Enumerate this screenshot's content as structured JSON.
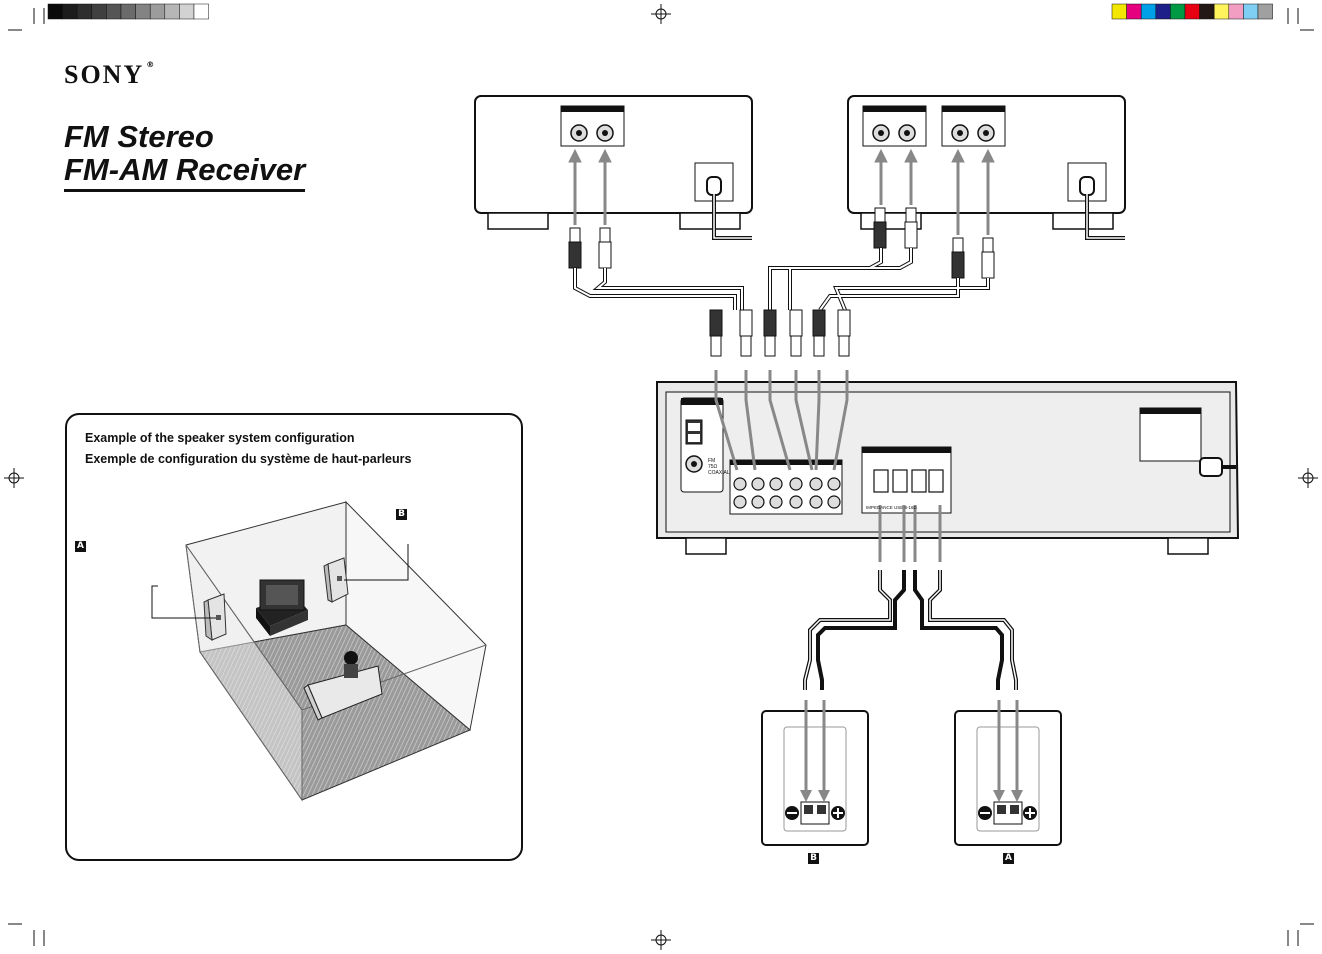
{
  "header": {
    "brand": "SONY",
    "brand_mark": "®",
    "title_line1": "FM Stereo",
    "title_line2": "FM-AM Receiver"
  },
  "example": {
    "caption_en": "Example of the speaker system configuration",
    "caption_fr": "Exemple de configuration du système de haut-parleurs",
    "label_a": "A",
    "label_b": "B"
  },
  "speakers": {
    "left_label": "B",
    "right_label": "A"
  },
  "receiver_panel": {
    "impedance_text": "IMPEDANCE USE 8-16Ω",
    "fm_text_1": "FM",
    "fm_text_2": "75Ω",
    "fm_text_3": "COAXIAL"
  },
  "print_marks": {
    "gray_strip": [
      "#0a0a0a",
      "#1c1c1c",
      "#2e2e2e",
      "#404040",
      "#555555",
      "#6b6b6b",
      "#838383",
      "#9c9c9c",
      "#b6b6b6",
      "#d2d2d2",
      "#ffffff"
    ],
    "color_strip": [
      "#f3e600",
      "#e4007f",
      "#00a0e9",
      "#1d2088",
      "#009944",
      "#e60012",
      "#231815",
      "#fff45c",
      "#f29ec2",
      "#7fcef4",
      "#a0a0a0"
    ]
  }
}
